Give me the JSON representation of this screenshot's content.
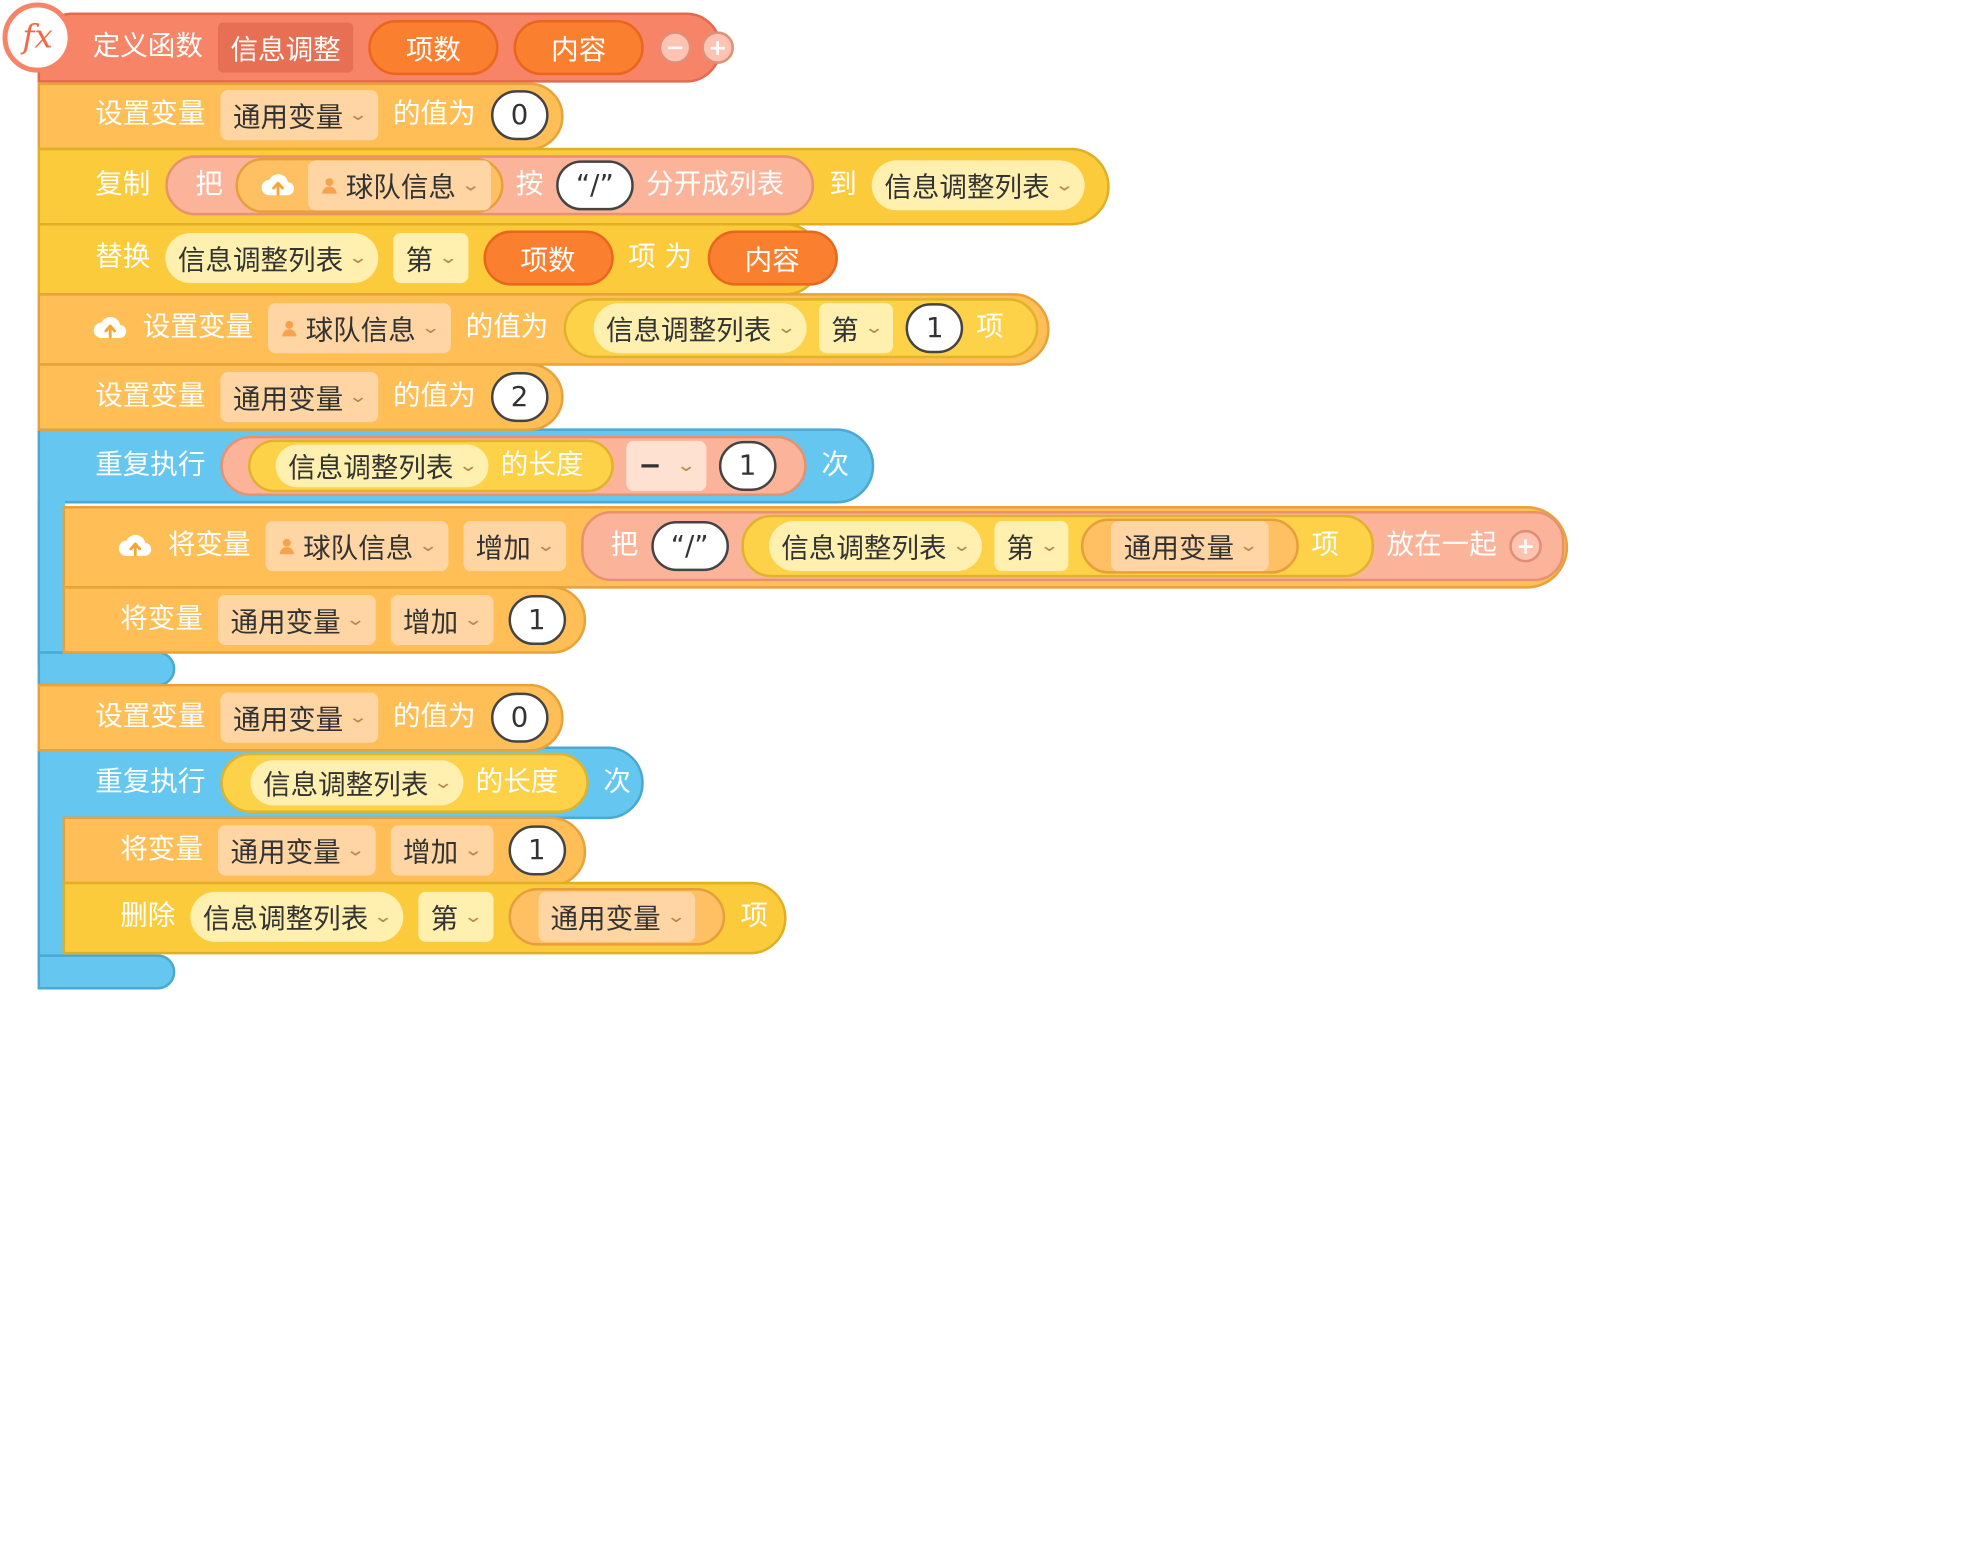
{
  "colors": {
    "define": "#f78467",
    "variable": "#ffbf56",
    "list": "#fccb3c",
    "control": "#65c6ef",
    "arg_pill": "#fa7f2f"
  },
  "icons": {
    "fx": "function-fx-icon",
    "cloud": "cloud-upload-icon",
    "person": "person-icon",
    "minus": "minus-icon",
    "plus": "plus-icon",
    "chevron": "chevron-down-icon"
  },
  "define": {
    "fx_label": "fx",
    "label": "定义函数",
    "name": "信息调整",
    "arg1": "项数",
    "arg2": "内容",
    "minus": "−",
    "plus": "+"
  },
  "s1": {
    "label": "设置变量",
    "var": "通用变量",
    "mid": "的值为",
    "value": "0"
  },
  "s2": {
    "label": "复制",
    "ba": "把",
    "cloud_var": "球队信息",
    "an": "按",
    "sep": "“/”",
    "split": "分开成列表",
    "dao": "到",
    "list": "信息调整列表"
  },
  "s3": {
    "label": "替换",
    "list": "信息调整列表",
    "di": "第",
    "arg1": "项数",
    "xiang_wei": "项 为",
    "arg2": "内容"
  },
  "s4": {
    "label": "设置变量",
    "cloud_var": "球队信息",
    "mid": "的值为",
    "list": "信息调整列表",
    "di": "第",
    "index": "1",
    "xiang": "项"
  },
  "s5": {
    "label": "设置变量",
    "var": "通用变量",
    "mid": "的值为",
    "value": "2"
  },
  "loop1": {
    "label": "重复执行",
    "list": "信息调整列表",
    "length": "的长度",
    "op": "−",
    "value": "1",
    "ci": "次"
  },
  "l1a": {
    "label": "将变量",
    "cloud_var": "球队信息",
    "op": "增加",
    "ba": "把",
    "sep": "“/”",
    "list": "信息调整列表",
    "di": "第",
    "var": "通用变量",
    "xiang": "项",
    "join": "放在一起",
    "plus": "+"
  },
  "l1b": {
    "label": "将变量",
    "var": "通用变量",
    "op": "增加",
    "value": "1"
  },
  "s6": {
    "label": "设置变量",
    "var": "通用变量",
    "mid": "的值为",
    "value": "0"
  },
  "loop2": {
    "label": "重复执行",
    "list": "信息调整列表",
    "length": "的长度",
    "ci": "次"
  },
  "l2a": {
    "label": "将变量",
    "var": "通用变量",
    "op": "增加",
    "value": "1"
  },
  "l2b": {
    "label": "删除",
    "list": "信息调整列表",
    "di": "第",
    "var": "通用变量",
    "xiang": "项"
  }
}
